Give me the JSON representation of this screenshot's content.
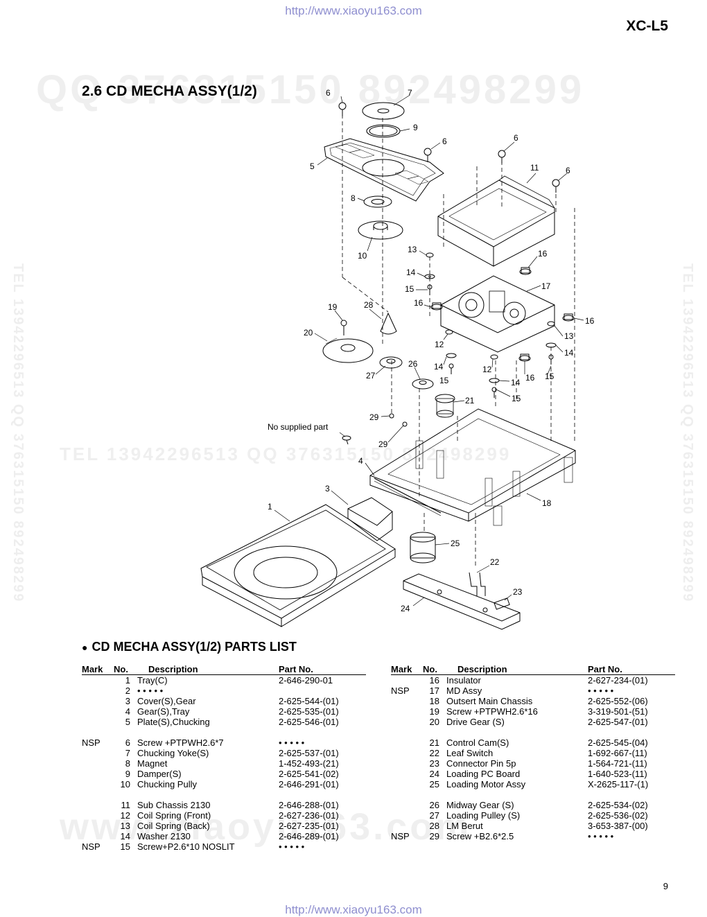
{
  "header": {
    "url_top": "http://www.xiaoyu163.com",
    "model": "XC-L5"
  },
  "watermarks": {
    "top": "QQ 376315150  892498299",
    "middle": "TEL 13942296513    QQ 376315150  892498299",
    "bottom": "www.xiaoyu163.com",
    "side_left": "TEL 13942296513  QQ 376315150  892498299",
    "side_right": "TEL 13942296513  QQ 376315150  892498299"
  },
  "section": {
    "title": "2.6 CD MECHA ASSY(1/2)"
  },
  "diagram": {
    "callouts": [
      "6",
      "7",
      "9",
      "6",
      "6",
      "11",
      "6",
      "5",
      "8",
      "10",
      "13",
      "14",
      "15",
      "16",
      "17",
      "16",
      "16",
      "19",
      "28",
      "20",
      "12",
      "13",
      "14",
      "26",
      "14",
      "12",
      "15",
      "27",
      "16",
      "15",
      "14",
      "15",
      "21",
      "29",
      "No supplied part",
      "29",
      "4",
      "3",
      "18",
      "1",
      "25",
      "22",
      "23",
      "24"
    ],
    "note": "No supplied part"
  },
  "parts_list": {
    "title": "CD MECHA ASSY(1/2) PARTS LIST",
    "headers": {
      "mark": "Mark",
      "no": "No.",
      "desc": "Description",
      "part": "Part No."
    },
    "left": [
      {
        "mark": "",
        "no": "1",
        "desc": "Tray(C)",
        "part": "2-646-290-01"
      },
      {
        "mark": "",
        "no": "2",
        "desc": "• • • • •",
        "part": ""
      },
      {
        "mark": "",
        "no": "3",
        "desc": "Cover(S),Gear",
        "part": "2-625-544-(01)"
      },
      {
        "mark": "",
        "no": "4",
        "desc": "Gear(S),Tray",
        "part": "2-625-535-(01)"
      },
      {
        "mark": "",
        "no": "5",
        "desc": "Plate(S),Chucking",
        "part": "2-625-546-(01)"
      },
      {
        "gap": true
      },
      {
        "mark": "NSP",
        "no": "6",
        "desc": "Screw +PTPWH2.6*7",
        "part": "• • • • •"
      },
      {
        "mark": "",
        "no": "7",
        "desc": "Chucking Yoke(S)",
        "part": "2-625-537-(01)"
      },
      {
        "mark": "",
        "no": "8",
        "desc": "Magnet",
        "part": "1-452-493-(21)"
      },
      {
        "mark": "",
        "no": "9",
        "desc": "Damper(S)",
        "part": "2-625-541-(02)"
      },
      {
        "mark": "",
        "no": "10",
        "desc": "Chucking Pully",
        "part": "2-646-291-(01)"
      },
      {
        "gap": true
      },
      {
        "mark": "",
        "no": "11",
        "desc": "Sub Chassis 2130",
        "part": "2-646-288-(01)"
      },
      {
        "mark": "",
        "no": "12",
        "desc": "Coil Spring (Front)",
        "part": "2-627-236-(01)"
      },
      {
        "mark": "",
        "no": "13",
        "desc": "Coil Spring (Back)",
        "part": "2-627-235-(01)"
      },
      {
        "mark": "",
        "no": "14",
        "desc": "Washer 2130",
        "part": "2-646-289-(01)"
      },
      {
        "mark": "NSP",
        "no": "15",
        "desc": "Screw+P2.6*10 NOSLIT",
        "part": "• • • • •"
      }
    ],
    "right": [
      {
        "mark": "",
        "no": "16",
        "desc": "Insulator",
        "part": "2-627-234-(01)"
      },
      {
        "mark": "NSP",
        "no": "17",
        "desc": "MD Assy",
        "part": "• • • • •"
      },
      {
        "mark": "",
        "no": "18",
        "desc": "Outsert Main Chassis",
        "part": "2-625-552-(06)"
      },
      {
        "mark": "",
        "no": "19",
        "desc": "Screw +PTPWH2.6*16",
        "part": "3-319-501-(51)"
      },
      {
        "mark": "",
        "no": "20",
        "desc": "Drive Gear (S)",
        "part": "2-625-547-(01)"
      },
      {
        "gap": true
      },
      {
        "mark": "",
        "no": "21",
        "desc": "Control Cam(S)",
        "part": "2-625-545-(04)"
      },
      {
        "mark": "",
        "no": "22",
        "desc": "Leaf Switch",
        "part": "1-692-667-(11)"
      },
      {
        "mark": "",
        "no": "23",
        "desc": "Connector Pin 5p",
        "part": "1-564-721-(11)"
      },
      {
        "mark": "",
        "no": "24",
        "desc": "Loading PC Board",
        "part": "1-640-523-(11)"
      },
      {
        "mark": "",
        "no": "25",
        "desc": "Loading Motor Assy",
        "part": "X-2625-117-(1)"
      },
      {
        "gap": true
      },
      {
        "mark": "",
        "no": "26",
        "desc": "Midway Gear (S)",
        "part": "2-625-534-(02)"
      },
      {
        "mark": "",
        "no": "27",
        "desc": "Loading Pulley (S)",
        "part": "2-625-536-(02)"
      },
      {
        "mark": "",
        "no": "28",
        "desc": "LM Berut",
        "part": "3-653-387-(00)"
      },
      {
        "mark": "NSP",
        "no": "29",
        "desc": "Screw +B2.6*2.5",
        "part": "• • • • •"
      }
    ]
  },
  "footer": {
    "page_number": "9",
    "url_bottom": "http://www.xiaoyu163.com"
  }
}
